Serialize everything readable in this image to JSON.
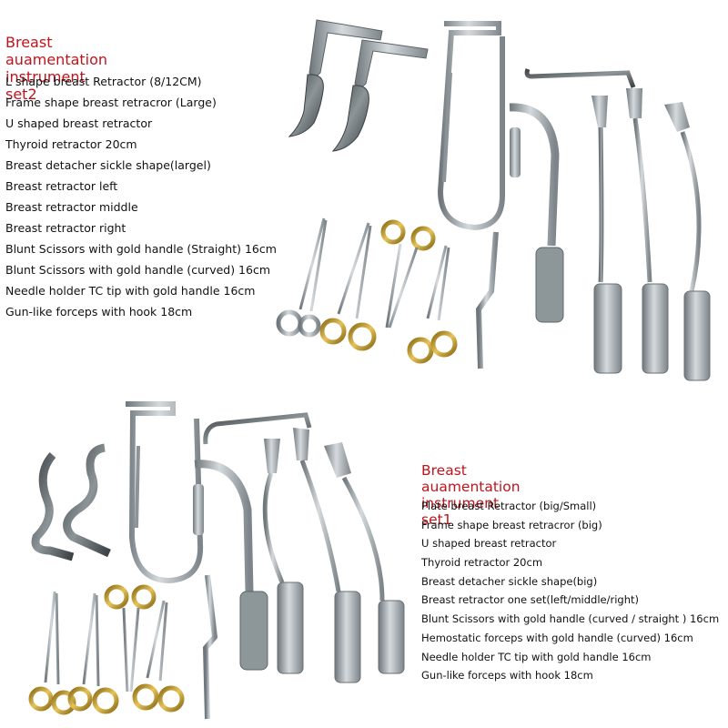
{
  "colors": {
    "title_red": "#c0141c",
    "text": "#111111",
    "steel": "#9aa3a8",
    "gold": "#c9a227"
  },
  "set2": {
    "title": "Breast auamentation instrument set2",
    "items": [
      "L shape breast Retractor (8/12CM)",
      "Frame shape breast retracror (Large)",
      "U shaped breast retractor",
      "Thyroid retractor 20cm",
      "Breast detacher sickle shape(largel)",
      "Breast retractor left",
      "Breast retractor middle",
      "Breast retractor right",
      "Blunt Scissors with gold handle (Straight) 16cm",
      "Blunt Scissors with gold handle (curved) 16cm",
      "Needle holder TC tip with gold handle 16cm",
      "Gun-like forceps with hook 18cm"
    ]
  },
  "set1": {
    "title": "Breast auamentation instrument set1",
    "items": [
      "Plate breast Retractor (big/Small)",
      "Frame shape breast retracror (big)",
      "U shaped breast retractor",
      "Thyroid retractor 20cm",
      "Breast detacher sickle shape(big)",
      "Breast retractor one set(left/middle/right)",
      "Blunt Scissors with gold handle (curved / straight ) 16cm",
      "Hemostatic forceps with gold handle (curved) 16cm",
      "Needle holder TC tip with gold handle 16cm",
      "Gun-like forceps with hook 18cm"
    ]
  }
}
